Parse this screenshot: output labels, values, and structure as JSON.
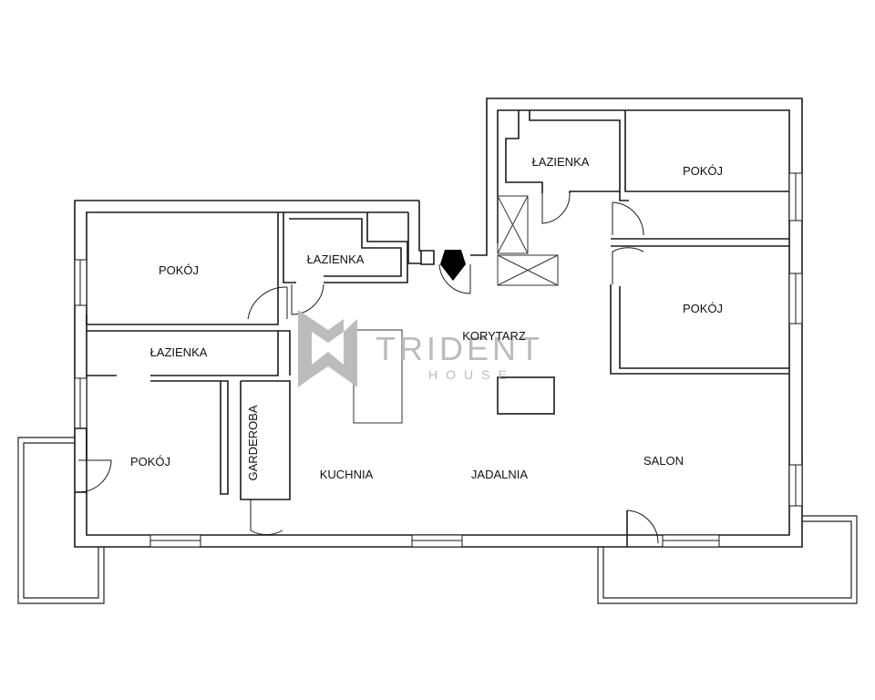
{
  "floor_plan": {
    "rooms": [
      {
        "id": "pokoj-top-left",
        "label": "POKÓJ"
      },
      {
        "id": "lazienka-top-center",
        "label": "ŁAZIENKA"
      },
      {
        "id": "lazienka-left",
        "label": "ŁAZIENKA"
      },
      {
        "id": "pokoj-bottom-left",
        "label": "POKÓJ"
      },
      {
        "id": "garderoba",
        "label": "GARDEROBA"
      },
      {
        "id": "kuchnia",
        "label": "KUCHNIA"
      },
      {
        "id": "jadalnia",
        "label": "JADALNIA"
      },
      {
        "id": "korytarz",
        "label": "KORYTARZ"
      },
      {
        "id": "lazienka-top-right",
        "label": "ŁAZIENKA"
      },
      {
        "id": "pokoj-top-right",
        "label": "POKÓJ"
      },
      {
        "id": "pokoj-mid-right",
        "label": "POKÓJ"
      },
      {
        "id": "salon",
        "label": "SALON"
      }
    ],
    "colors": {
      "wall": "#1a1a1a",
      "watermark": "#b9b9b9",
      "fixture": "#333333"
    }
  },
  "watermark": {
    "title": "TRIDENT",
    "subtitle": "HOUSE"
  }
}
